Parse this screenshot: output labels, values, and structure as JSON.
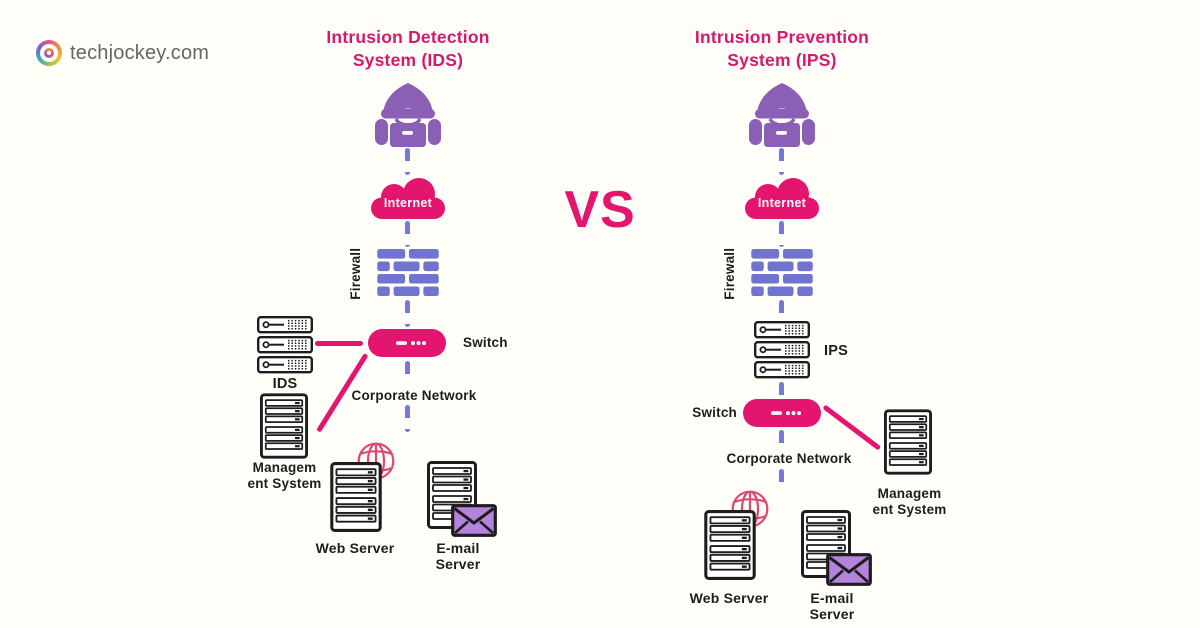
{
  "logo": {
    "brand": "techjockey.com",
    "icon": "spiral-at-icon"
  },
  "comparison": {
    "vs_label": "VS"
  },
  "colors": {
    "pink": "#E4156F",
    "title_pink": "#D6196D",
    "hacker_purple": "#8A5FB5",
    "periwinkle": "#6F74CE",
    "dash_line": "#7479D8",
    "envelope_purple": "#B583DC",
    "globe_rose": "#D84A6E",
    "ink": "#1D1D1D",
    "background": "#FFFEF8"
  },
  "left_diagram": {
    "title_line1": "Intrusion Detection",
    "title_line2": "System (IDS)",
    "internet_label": "Internet",
    "firewall_label": "Firewall",
    "switch_label": "Switch",
    "appliance_label": "IDS",
    "corporate_network_label": "Corporate Network",
    "management_label_line1": "Managem",
    "management_label_line2": "ent System",
    "web_server_label": "Web Server",
    "email_server_label_line1": "E-mail",
    "email_server_label_line2": "Server",
    "icons": {
      "attacker": "hacker-icon",
      "internet": "cloud-icon",
      "firewall": "brick-wall-icon",
      "switch": "switch-pill-icon",
      "appliance": "rack-server-icon",
      "management": "tower-server-icon",
      "web": "globe-icon",
      "email": "envelope-icon"
    }
  },
  "right_diagram": {
    "title_line1": "Intrusion Prevention",
    "title_line2": "System (IPS)",
    "internet_label": "Internet",
    "firewall_label": "Firewall",
    "switch_label": "Switch",
    "appliance_label": "IPS",
    "corporate_network_label": "Corporate Network",
    "management_label_line1": "Managem",
    "management_label_line2": "ent System",
    "web_server_label": "Web Server",
    "email_server_label_line1": "E-mail",
    "email_server_label_line2": "Server",
    "icons": {
      "attacker": "hacker-icon",
      "internet": "cloud-icon",
      "firewall": "brick-wall-icon",
      "switch": "switch-pill-icon",
      "appliance": "rack-server-icon",
      "management": "tower-server-icon",
      "web": "globe-icon",
      "email": "envelope-icon"
    }
  }
}
